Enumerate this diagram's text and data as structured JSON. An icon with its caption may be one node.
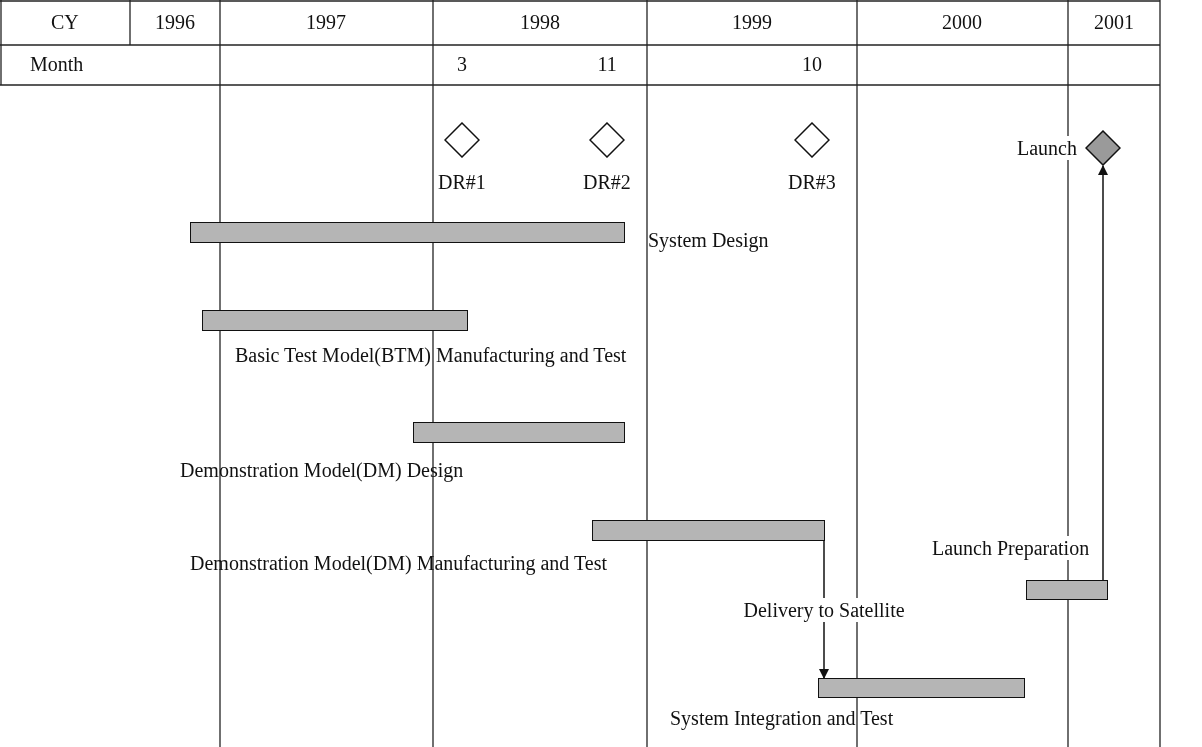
{
  "diagram": {
    "nodes": [
      {
        "text": [],
        "shape": "diamond",
        "beside": [
          "DR#1"
        ]
      },
      {
        "text": [],
        "shape": "diamond",
        "beside": [
          "DR#2"
        ]
      },
      {
        "text": [],
        "shape": "diamond",
        "beside": [
          "DR#3"
        ]
      },
      {
        "text": [],
        "shape": "diamond",
        "beside": [
          "Launch"
        ]
      },
      {
        "text": [],
        "shape": "bar",
        "beside": [
          "System Design"
        ]
      },
      {
        "text": [],
        "shape": "bar",
        "beside": [
          "Basic Test Model(BTM) Manufacturing and Test"
        ]
      },
      {
        "text": [],
        "shape": "bar",
        "beside": [
          "Demonstration Model(DM) Design"
        ]
      },
      {
        "text": [],
        "shape": "bar",
        "beside": [
          "Demonstration Model(DM) Manufacturing and Test"
        ]
      },
      {
        "text": [],
        "shape": "bar",
        "beside": [
          "Launch Preparation"
        ]
      },
      {
        "text": [],
        "shape": "bar",
        "beside": [
          "System Integration and Test"
        ]
      }
    ],
    "edges": [
      {
        "from": 7,
        "to": 9,
        "arrow": "to",
        "label": "Delivery to Satellite"
      },
      {
        "from": 8,
        "to": 3,
        "arrow": "to"
      }
    ],
    "labels": [
      "CY",
      "1996",
      "1997",
      "1998",
      "1999",
      "2000",
      "2001",
      "Month",
      "3",
      "11",
      "10"
    ]
  }
}
